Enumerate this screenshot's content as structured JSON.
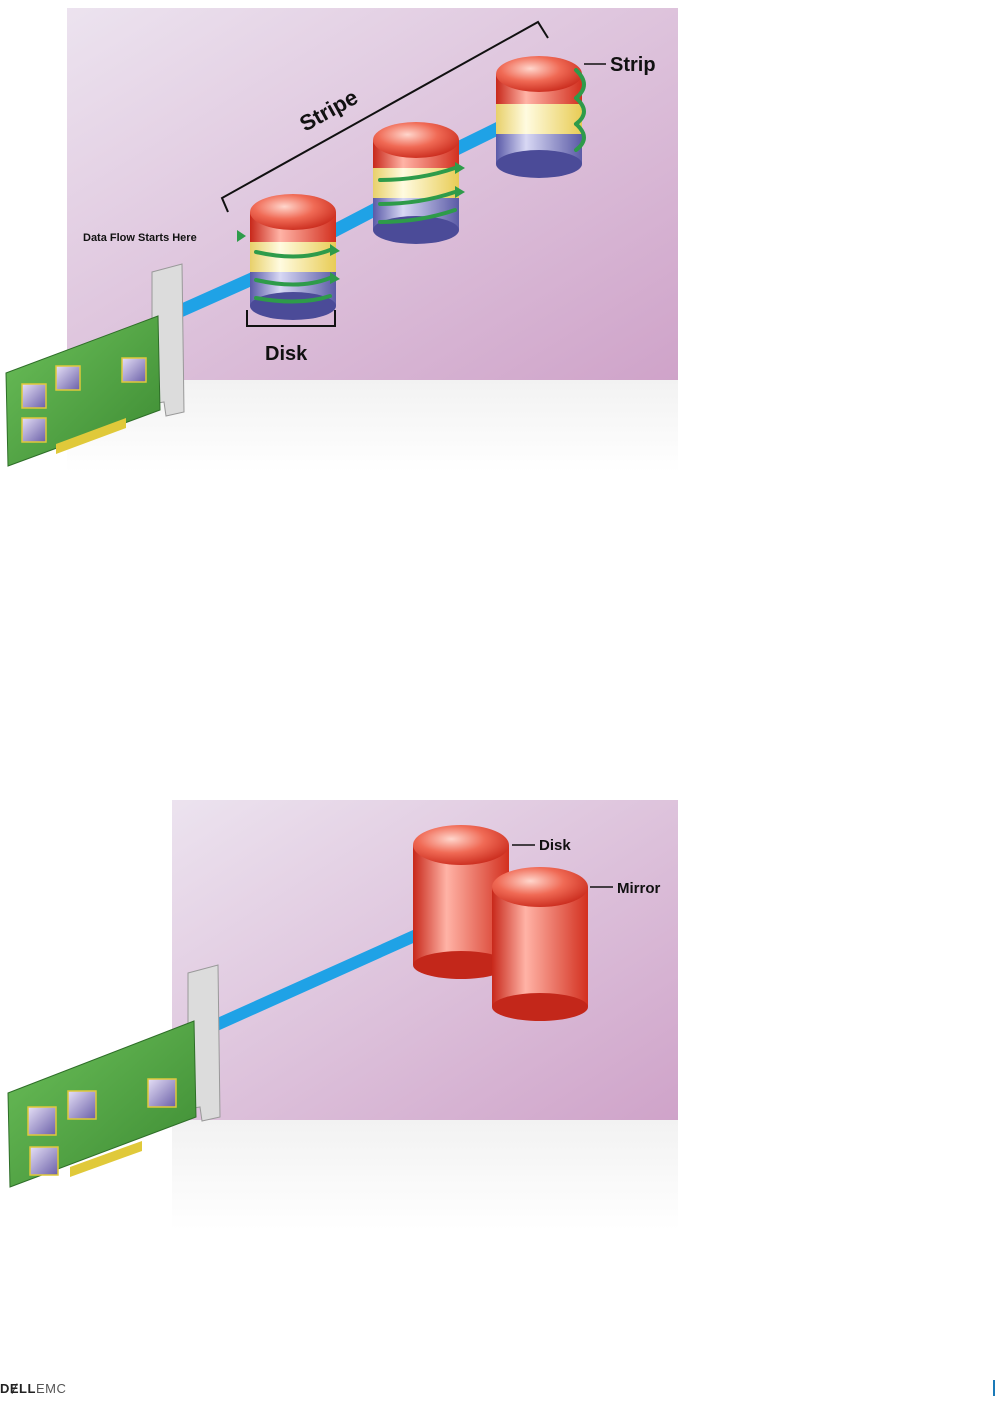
{
  "figure1": {
    "stripe_label": "Stripe",
    "strip_label": "Strip",
    "data_flow_label": "Data Flow Starts Here",
    "disk_label": "Disk"
  },
  "figure2": {
    "disk_label": "Disk",
    "mirror_label": "Mirror"
  },
  "footer": {
    "logo_left": "DɆLL",
    "logo_right": "EMC"
  },
  "colors": {
    "backdrop": "#d9b6d4",
    "cable": "#1fa2e6",
    "disk_red": "#e53a2a",
    "card_green": "#4a9a3e",
    "arrow_green": "#2e9b4a",
    "footer_bar": "#1a7ab8"
  }
}
